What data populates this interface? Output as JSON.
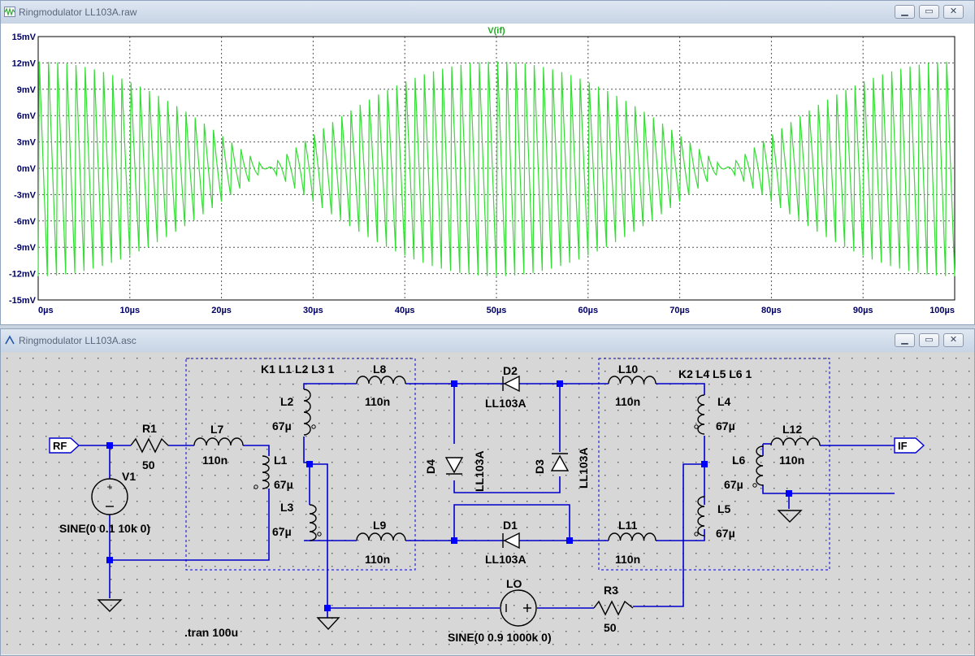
{
  "top_window": {
    "title": "Ringmodulator LL103A.raw",
    "trace_label": "V(if)",
    "colors": {
      "trace": "#33dd33",
      "axis": "#000000",
      "grid": "#555555",
      "label": "#000066"
    }
  },
  "chart_data": {
    "type": "line",
    "title": "",
    "series": [
      {
        "name": "V(if)",
        "description_values": "carrier 1000 kHz modulated by 10 kHz"
      }
    ],
    "x_ticks": [
      "0µs",
      "10µs",
      "20µs",
      "30µs",
      "40µs",
      "50µs",
      "60µs",
      "70µs",
      "80µs",
      "90µs",
      "100µs"
    ],
    "y_ticks": [
      "15mV",
      "12mV",
      "9mV",
      "6mV",
      "3mV",
      "0mV",
      "-3mV",
      "-6mV",
      "-9mV",
      "-12mV",
      "-15mV"
    ],
    "xlim": [
      0,
      100
    ],
    "ylim": [
      -15,
      15
    ],
    "x_unit": "µs",
    "y_unit": "mV",
    "envelope_peak_mV": 12.3,
    "envelope_nulls_us": [
      25,
      75
    ],
    "envelope_peaks_us": [
      0,
      50,
      100
    ],
    "carrier_cycles_shown": 100,
    "grid": true
  },
  "bottom_window": {
    "title": "Ringmodulator LL103A.asc",
    "colors": {
      "wire": "#0000cc",
      "junction": "#0000ff",
      "dots": "#444444",
      "label": "#000000",
      "box": "#0000cc"
    },
    "labels": {
      "rf": "RF",
      "if": "IF",
      "r1": "R1",
      "r1_val": "50",
      "v1": "V1",
      "v1_val": "SINE(0 0.1 10k 0)",
      "l7": "L7",
      "l7_val": "110n",
      "l1": "L1",
      "l1_val": "67µ",
      "l2": "L2",
      "l2_val": "67µ",
      "l3": "L3",
      "l3_val": "67µ",
      "l8": "L8",
      "l8_val": "110n",
      "l9": "L9",
      "l9_val": "110n",
      "k1": "K1 L1 L2 L3 1",
      "d1": "D1",
      "d1_val": "LL103A",
      "d2": "D2",
      "d2_val": "LL103A",
      "d3": "D3",
      "d3_val": "LL103A",
      "d4": "D4",
      "d4_val": "LL103A",
      "l10": "L10",
      "l10_val": "110n",
      "l11": "L11",
      "l11_val": "110n",
      "k2": "K2 L4 L5 L6 1",
      "l4": "L4",
      "l4_val": "67µ",
      "l5": "L5",
      "l5_val": "67µ",
      "l6": "L6",
      "l6_val": "67µ",
      "l12": "L12",
      "l12_val": "110n",
      "lo": "LO",
      "lo_val": "SINE(0 0.9 1000k 0)",
      "r3": "R3",
      "r3_val": "50",
      "tran": ".tran 100u"
    }
  },
  "window_buttons": {
    "minimize": "▁",
    "restore": "▭",
    "close": "✕"
  }
}
